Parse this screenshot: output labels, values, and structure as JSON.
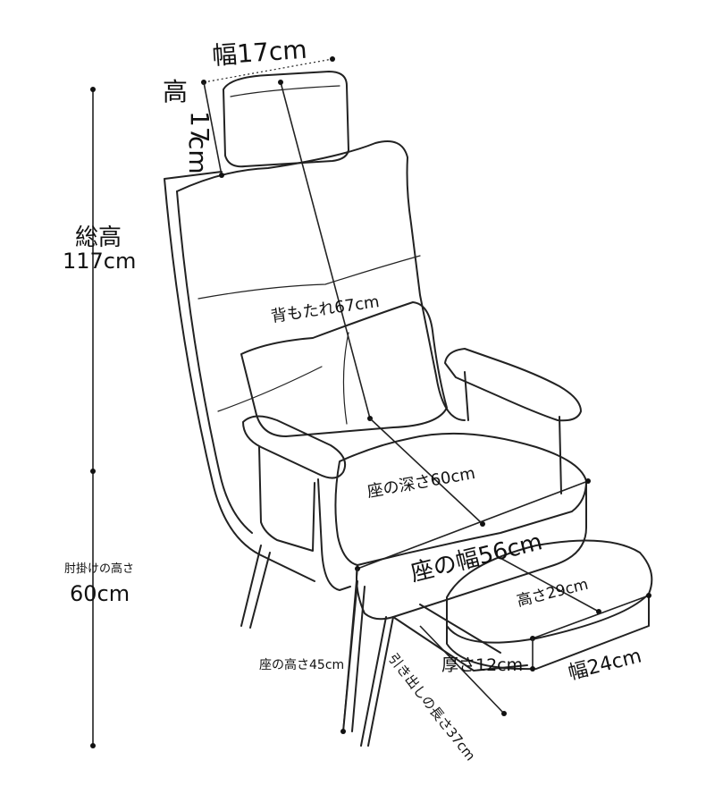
{
  "labels": {
    "headrest_width": "幅17cm",
    "headrest_height_lines": [
      "高",
      "17",
      "cm"
    ],
    "total_height_title": "総高",
    "total_height_value": "117cm",
    "backrest": "背もたれ67cm",
    "seat_depth": "座の深さ60cm",
    "seat_width": "座の幅56cm",
    "footrest_height": "高さ29cm",
    "armrest_height_title": "肘掛けの高さ",
    "armrest_height_value": "60cm",
    "seat_height": "座の高さ45cm",
    "footrest_thickness": "厚さ12cm",
    "footrest_width": "幅24cm",
    "pullout_length": "引き出しの長さ37cm"
  }
}
